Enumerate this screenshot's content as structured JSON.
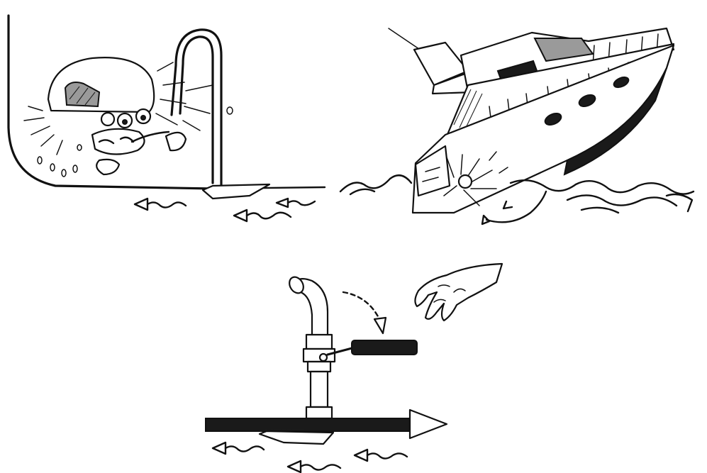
{
  "illustration": {
    "panels": [
      {
        "id": "clogged-intake",
        "icons": [
          "water-intake-icon",
          "crab-icon",
          "marine-growth-icon",
          "water-flow-arrow-icon"
        ]
      },
      {
        "id": "boat-drifting",
        "icons": [
          "motor-yacht-icon",
          "splash-icon",
          "water-flow-arrow-icon"
        ]
      },
      {
        "id": "seacock-valve",
        "icons": [
          "seacock-valve-icon",
          "hand-icon",
          "close-direction-arrow-icon",
          "through-hull-pipe-icon",
          "water-flow-arrow-icon"
        ]
      }
    ],
    "colors": {
      "ink": "#111111",
      "paper": "#ffffff"
    }
  }
}
